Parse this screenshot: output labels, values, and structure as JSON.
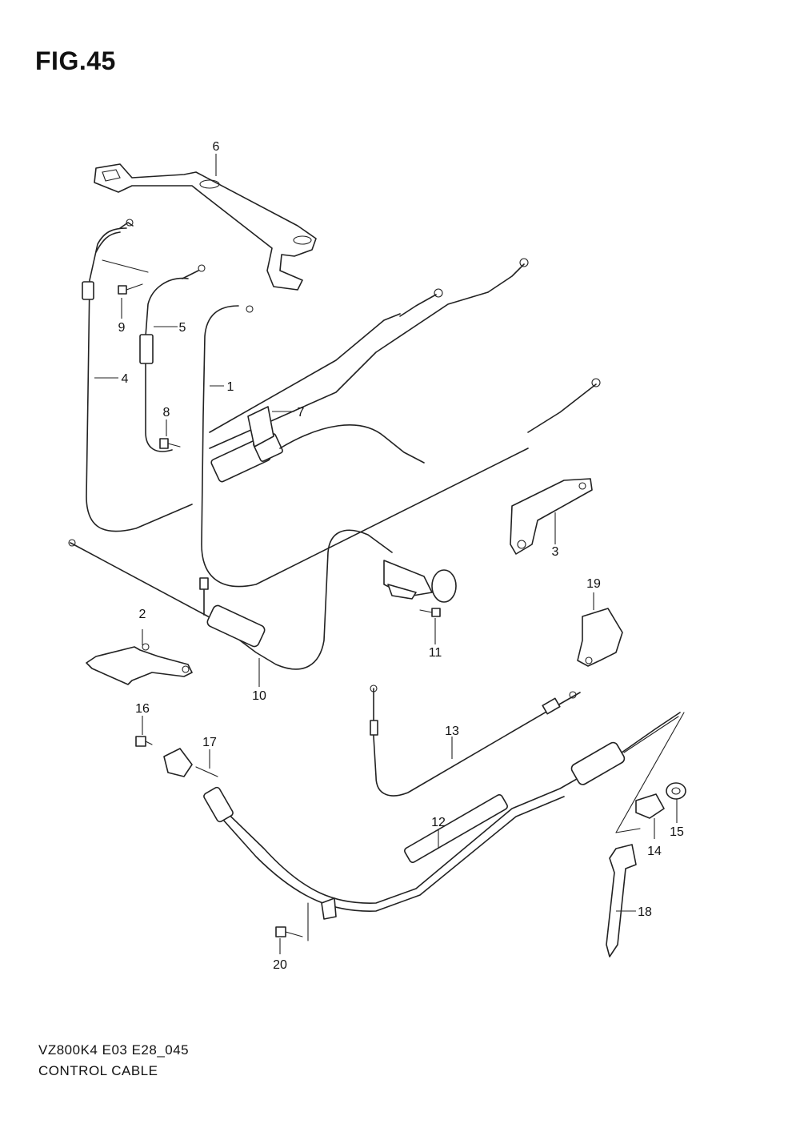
{
  "figure": {
    "title": "FIG.45",
    "model_code": "VZ800K4 E03 E28_045",
    "caption": "CONTROL CABLE"
  },
  "callouts": [
    {
      "id": "callout-1",
      "label": "1"
    },
    {
      "id": "callout-2",
      "label": "2"
    },
    {
      "id": "callout-3",
      "label": "3"
    },
    {
      "id": "callout-4",
      "label": "4"
    },
    {
      "id": "callout-5",
      "label": "5"
    },
    {
      "id": "callout-6",
      "label": "6"
    },
    {
      "id": "callout-7",
      "label": "7"
    },
    {
      "id": "callout-8",
      "label": "8"
    },
    {
      "id": "callout-9",
      "label": "9"
    },
    {
      "id": "callout-10",
      "label": "10"
    },
    {
      "id": "callout-11",
      "label": "11"
    },
    {
      "id": "callout-12",
      "label": "12"
    },
    {
      "id": "callout-13",
      "label": "13"
    },
    {
      "id": "callout-14",
      "label": "14"
    },
    {
      "id": "callout-15",
      "label": "15"
    },
    {
      "id": "callout-16",
      "label": "16"
    },
    {
      "id": "callout-17",
      "label": "17"
    },
    {
      "id": "callout-18",
      "label": "18"
    },
    {
      "id": "callout-19",
      "label": "19"
    },
    {
      "id": "callout-20",
      "label": "20"
    }
  ]
}
